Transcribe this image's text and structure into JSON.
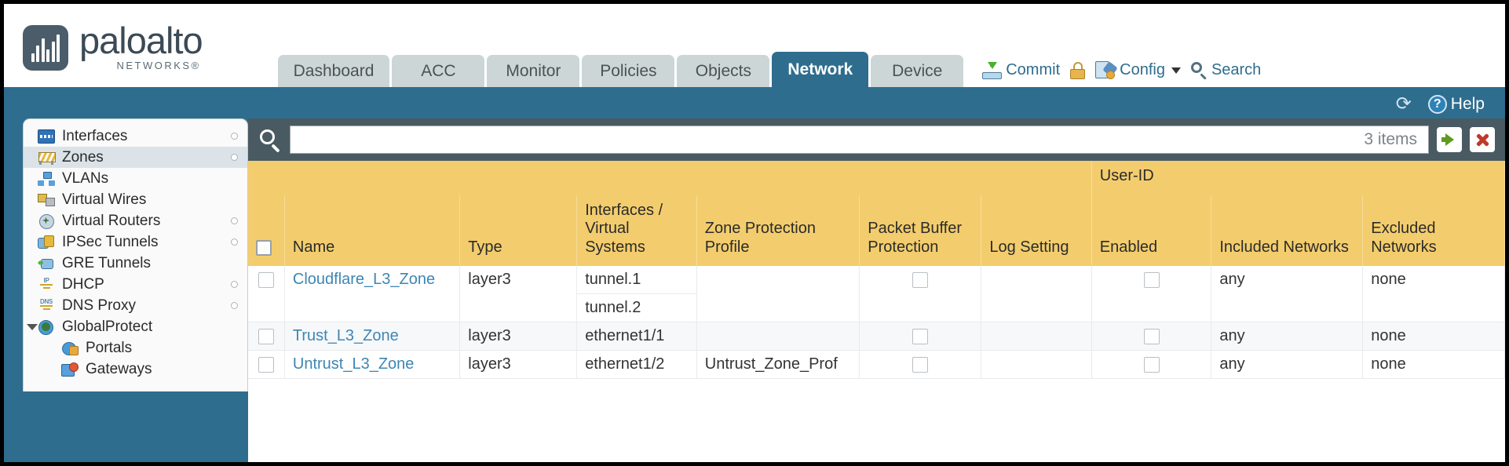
{
  "brand": {
    "name": "paloalto",
    "sub": "NETWORKS®"
  },
  "nav": {
    "tabs": [
      {
        "label": "Dashboard",
        "active": false
      },
      {
        "label": "ACC",
        "active": false
      },
      {
        "label": "Monitor",
        "active": false
      },
      {
        "label": "Policies",
        "active": false
      },
      {
        "label": "Objects",
        "active": false
      },
      {
        "label": "Network",
        "active": true
      },
      {
        "label": "Device",
        "active": false
      }
    ]
  },
  "toolbar": {
    "commit_label": "Commit",
    "config_label": "Config",
    "search_label": "Search",
    "lock_icon": "padlock-icon",
    "commit_icon": "commit-icon",
    "config_icon": "config-icon",
    "search_icon": "search-icon"
  },
  "blue_band": {
    "refresh_icon": "refresh-icon",
    "help_label": "Help",
    "help_icon": "help-icon"
  },
  "sidebar": {
    "items": [
      {
        "label": "Interfaces",
        "icon": "interfaces-icon",
        "selected": false,
        "dot": true,
        "indent": false,
        "expander": false
      },
      {
        "label": "Zones",
        "icon": "zones-icon",
        "selected": true,
        "dot": true,
        "indent": false,
        "expander": false
      },
      {
        "label": "VLANs",
        "icon": "vlans-icon",
        "selected": false,
        "dot": false,
        "indent": false,
        "expander": false
      },
      {
        "label": "Virtual Wires",
        "icon": "virtual-wires-icon",
        "selected": false,
        "dot": false,
        "indent": false,
        "expander": false
      },
      {
        "label": "Virtual Routers",
        "icon": "virtual-routers-icon",
        "selected": false,
        "dot": true,
        "indent": false,
        "expander": false
      },
      {
        "label": "IPSec Tunnels",
        "icon": "ipsec-tunnels-icon",
        "selected": false,
        "dot": true,
        "indent": false,
        "expander": false
      },
      {
        "label": "GRE Tunnels",
        "icon": "gre-tunnels-icon",
        "selected": false,
        "dot": false,
        "indent": false,
        "expander": false
      },
      {
        "label": "DHCP",
        "icon": "dhcp-icon",
        "selected": false,
        "dot": true,
        "indent": false,
        "expander": false
      },
      {
        "label": "DNS Proxy",
        "icon": "dns-proxy-icon",
        "selected": false,
        "dot": true,
        "indent": false,
        "expander": false
      },
      {
        "label": "GlobalProtect",
        "icon": "globalprotect-icon",
        "selected": false,
        "dot": false,
        "indent": false,
        "expander": true
      },
      {
        "label": "Portals",
        "icon": "portals-icon",
        "selected": false,
        "dot": false,
        "indent": true,
        "expander": false
      },
      {
        "label": "Gateways",
        "icon": "gateways-icon",
        "selected": false,
        "dot": false,
        "indent": true,
        "expander": false
      }
    ]
  },
  "filter": {
    "value": "",
    "placeholder": "",
    "item_count": "3 items",
    "apply_icon": "green-arrow-icon",
    "clear_icon": "red-x-icon"
  },
  "table": {
    "group_header": "User-ID",
    "columns": [
      "Name",
      "Type",
      "Interfaces / Virtual Systems",
      "Zone Protection Profile",
      "Packet Buffer Protection",
      "Log Setting",
      "Enabled",
      "Included Networks",
      "Excluded Networks"
    ],
    "rows": [
      {
        "selected": false,
        "name": "Cloudflare_L3_Zone",
        "type": "layer3",
        "interfaces": [
          "tunnel.1",
          "tunnel.2"
        ],
        "zone_protection_profile": "",
        "packet_buffer_protection": false,
        "log_setting": "",
        "userid_enabled": false,
        "included_networks": "any",
        "excluded_networks": "none"
      },
      {
        "selected": false,
        "name": "Trust_L3_Zone",
        "type": "layer3",
        "interfaces": [
          "ethernet1/1"
        ],
        "zone_protection_profile": "",
        "packet_buffer_protection": false,
        "log_setting": "",
        "userid_enabled": false,
        "included_networks": "any",
        "excluded_networks": "none"
      },
      {
        "selected": false,
        "name": "Untrust_L3_Zone",
        "type": "layer3",
        "interfaces": [
          "ethernet1/2"
        ],
        "zone_protection_profile": "Untrust_Zone_Prof",
        "packet_buffer_protection": false,
        "log_setting": "",
        "userid_enabled": false,
        "included_networks": "any",
        "excluded_networks": "none"
      }
    ]
  },
  "colors": {
    "brand_blue": "#2e6d8e",
    "header_gold": "#f3cd6d",
    "group_gold": "#e3b949",
    "link_blue": "#3d86b5",
    "filter_bar": "#4a5a63"
  }
}
